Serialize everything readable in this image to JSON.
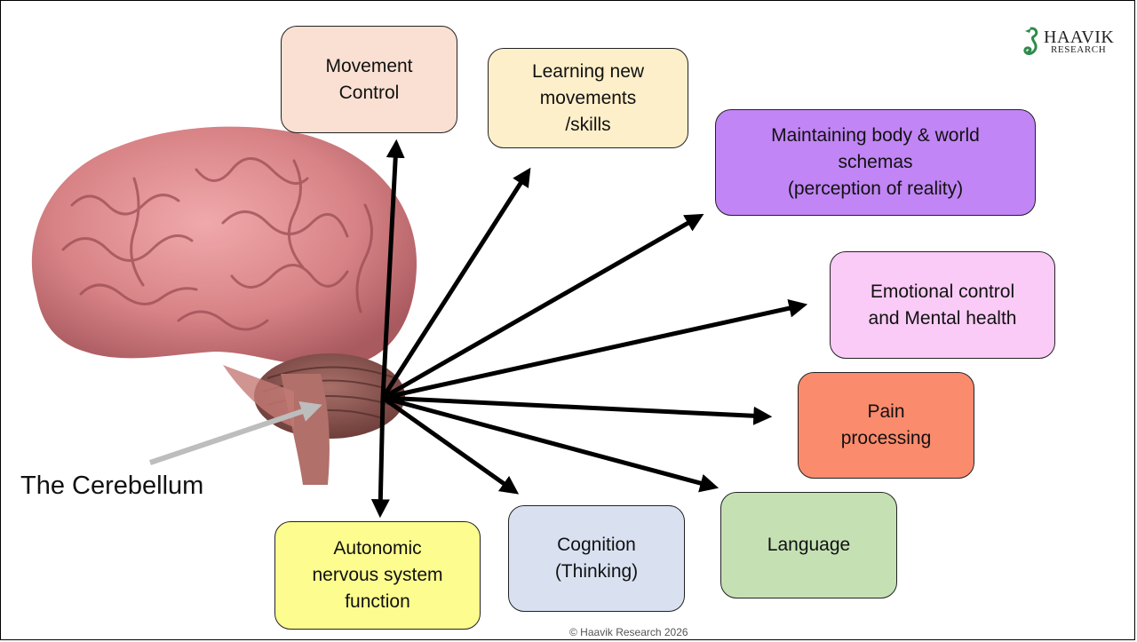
{
  "boxes": {
    "movement": [
      "Movement",
      "Control"
    ],
    "learning": [
      "Learning new",
      "movements",
      "/skills"
    ],
    "schemas": [
      "Maintaining body & world",
      "schemas",
      "(perception of reality)"
    ],
    "emotional": [
      "Emotional control",
      "and Mental health"
    ],
    "pain": [
      "Pain",
      "processing"
    ],
    "language": [
      "Language"
    ],
    "cognition": [
      "Cognition",
      "(Thinking)"
    ],
    "autonomic": [
      "Autonomic",
      "nervous system",
      "function"
    ]
  },
  "cerebellum_label": "The Cerebellum",
  "logo": {
    "word": "HAAVIK",
    "sub": "RESEARCH"
  },
  "copyright": "© Haavik Research 2026",
  "colors": {
    "movement": "#f9e0d2",
    "learning": "#fdefc9",
    "schemas": "#c185f5",
    "emotional": "#facbf6",
    "pain": "#fb8b6d",
    "language": "#c5e1b4",
    "cognition": "#d9e1f1",
    "autonomic": "#fcfc8f",
    "brain": "#d98a8c",
    "logo": "#2e8b4a"
  },
  "icons": [
    "brain-illustration",
    "seahorse-logo-icon"
  ]
}
